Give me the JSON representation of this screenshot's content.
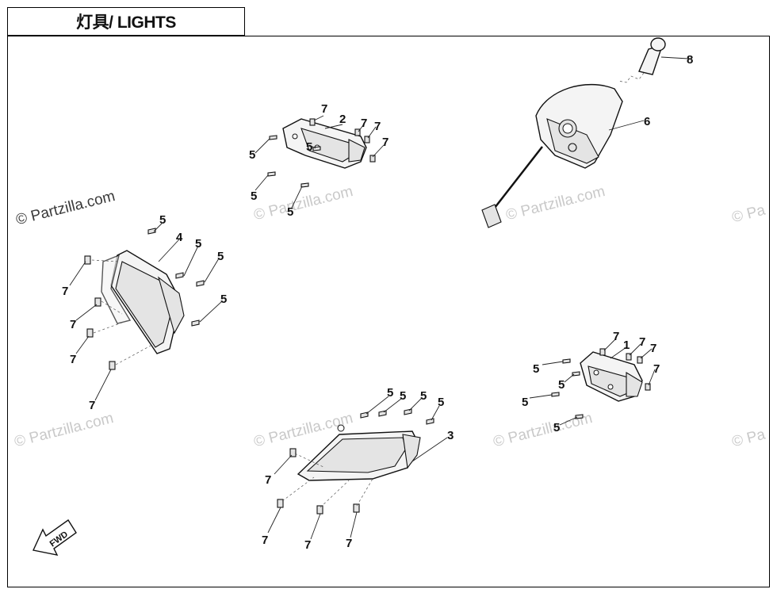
{
  "title": "灯具/ LIGHTS",
  "watermark": "© Partzilla.com",
  "watermark_faint": "© Partzilla.com",
  "watermark_edge": "© Pa",
  "callouts": {
    "c1": "1",
    "c2": "2",
    "c3": "3",
    "c4": "4",
    "c5": "5",
    "c6": "6",
    "c7": "7",
    "c8": "8"
  },
  "fwd_label": "FWD"
}
